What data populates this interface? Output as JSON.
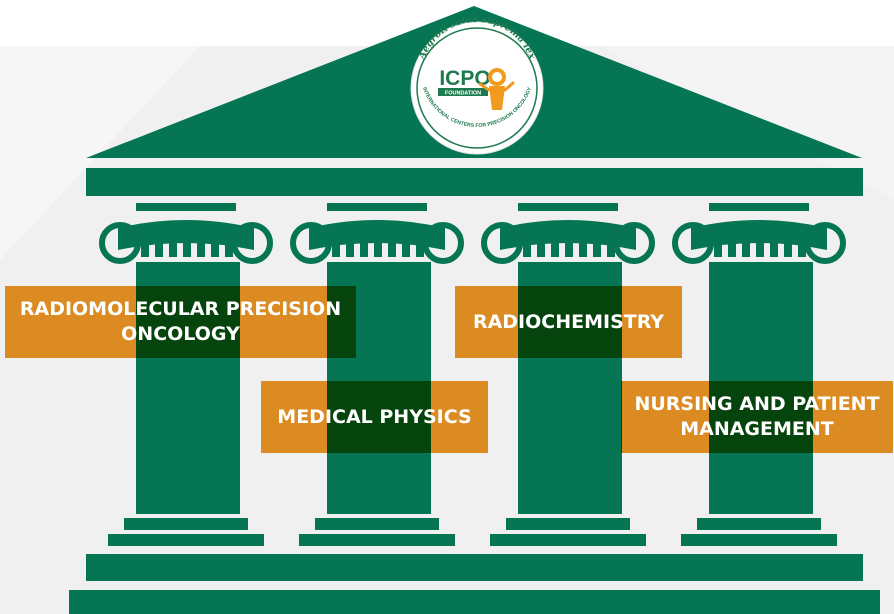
{
  "logo": {
    "motto": "Aegroti salus suprema lex",
    "acronym": "ICPO",
    "subtitle": "FOUNDATION",
    "full_name": "INTERNATIONAL CENTERS FOR PRECISION ONCOLOGY"
  },
  "pillars": [
    {
      "label": "RADIOMOLECULAR PRECISION\nONCOLOGY"
    },
    {
      "label": "MEDICAL PHYSICS"
    },
    {
      "label": "RADIOCHEMISTRY"
    },
    {
      "label": "NURSING AND PATIENT\nMANAGEMENT"
    }
  ],
  "colors": {
    "temple_green": "#067554",
    "label_orange": "#e88c14",
    "background": "#f0f0f0",
    "logo_text": "#1e7a4f",
    "logo_orange": "#f29a1d"
  }
}
